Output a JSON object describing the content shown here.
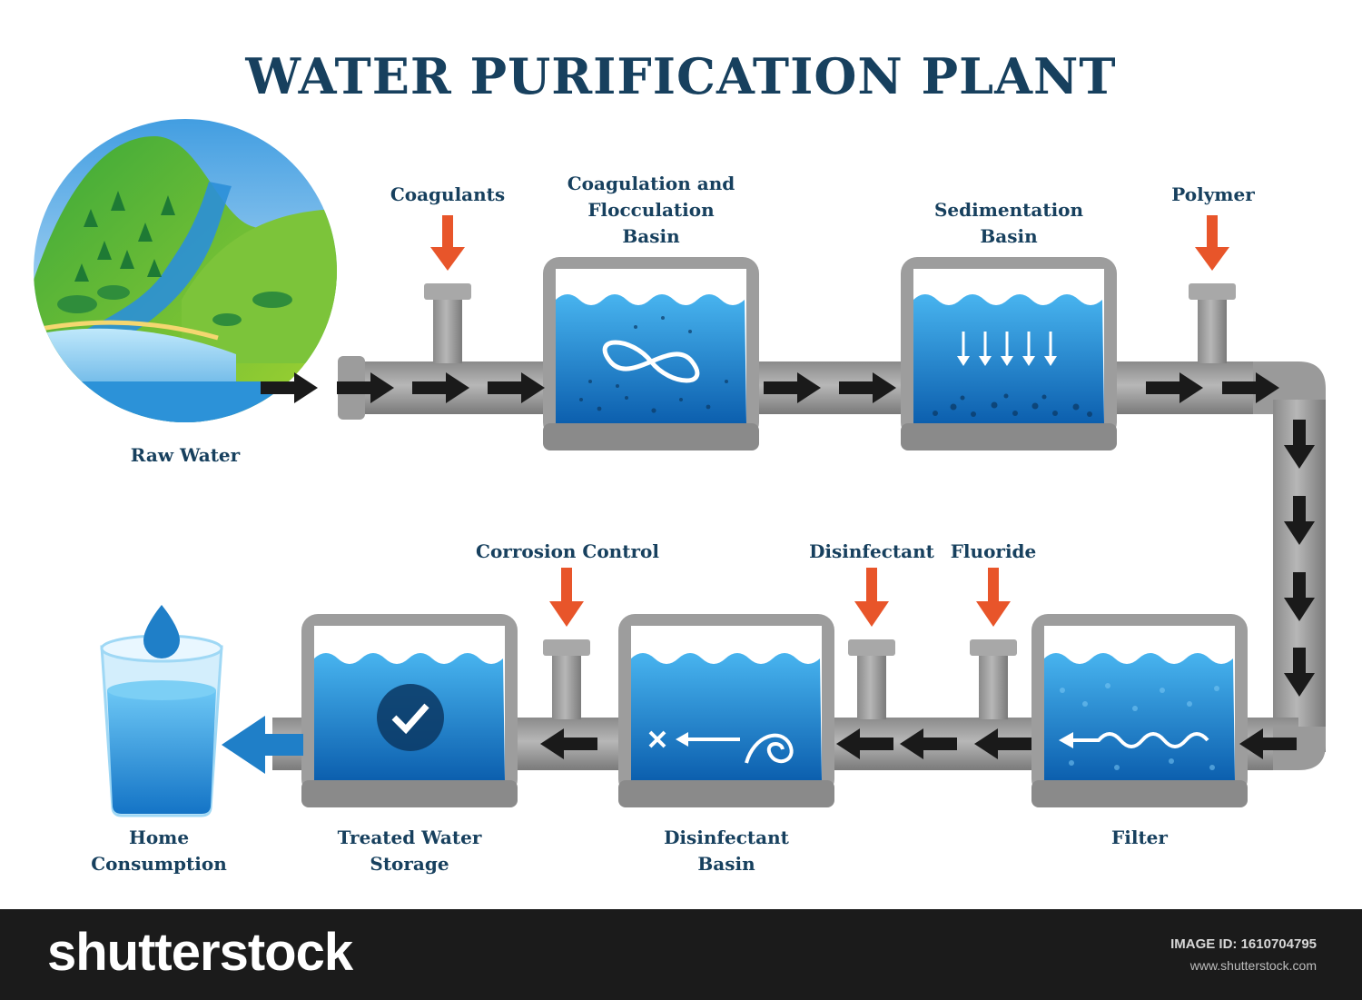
{
  "title": "WATER PURIFICATION PLANT",
  "stages": {
    "raw_water": "Raw Water",
    "coag_basin": [
      "Coagulation and",
      "Flocculation",
      "Basin"
    ],
    "sed_basin": [
      "Sedimentation",
      "Basin"
    ],
    "filter": "Filter",
    "disinf_basin": [
      "Disinfectant",
      "Basin"
    ],
    "storage": [
      "Treated Water",
      "Storage"
    ],
    "home": [
      "Home",
      "Consumption"
    ]
  },
  "inputs": {
    "coagulants": "Coagulants",
    "polymer": "Polymer",
    "disinfectant": "Disinfectant",
    "fluoride": "Fluoride",
    "corrosion": "Corrosion Control"
  },
  "footer": {
    "brand": "shutterstock",
    "image_id": "IMAGE ID: 1610704795",
    "site": "www.shutterstock.com"
  },
  "colors": {
    "title": "#17405e",
    "pipe": "#a3a3a3",
    "water": "#1f7fc8",
    "input_arrow": "#e8552a",
    "flow_arrow": "#1a1a1a"
  }
}
